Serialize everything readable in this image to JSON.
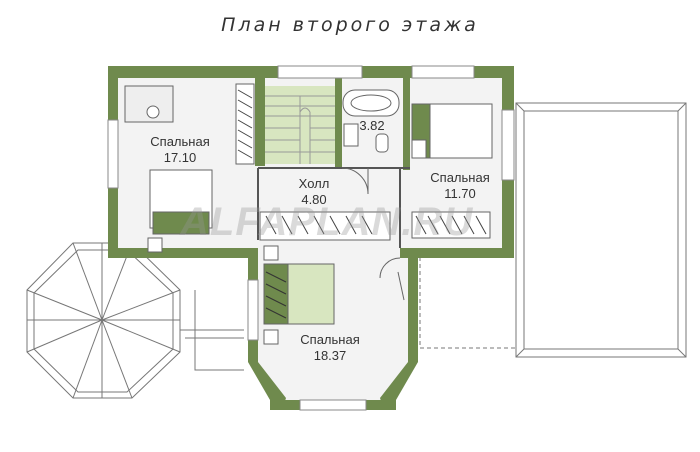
{
  "title": "План второго этажа",
  "watermark": "ALFAPLAN.RU",
  "rooms": [
    {
      "name": "Спальная",
      "area": "17.10"
    },
    {
      "name": "Холл",
      "area": "4.80"
    },
    {
      "name": "",
      "area": "3.82"
    },
    {
      "name": "Спальная",
      "area": "11.70"
    },
    {
      "name": "Спальная",
      "area": "18.37"
    }
  ],
  "colors": {
    "wall": "#6f8a4d",
    "wall_dark": "#4f6a34",
    "floor": "#f3f3f3",
    "stair": "#d8e6c0",
    "line": "#666666"
  }
}
